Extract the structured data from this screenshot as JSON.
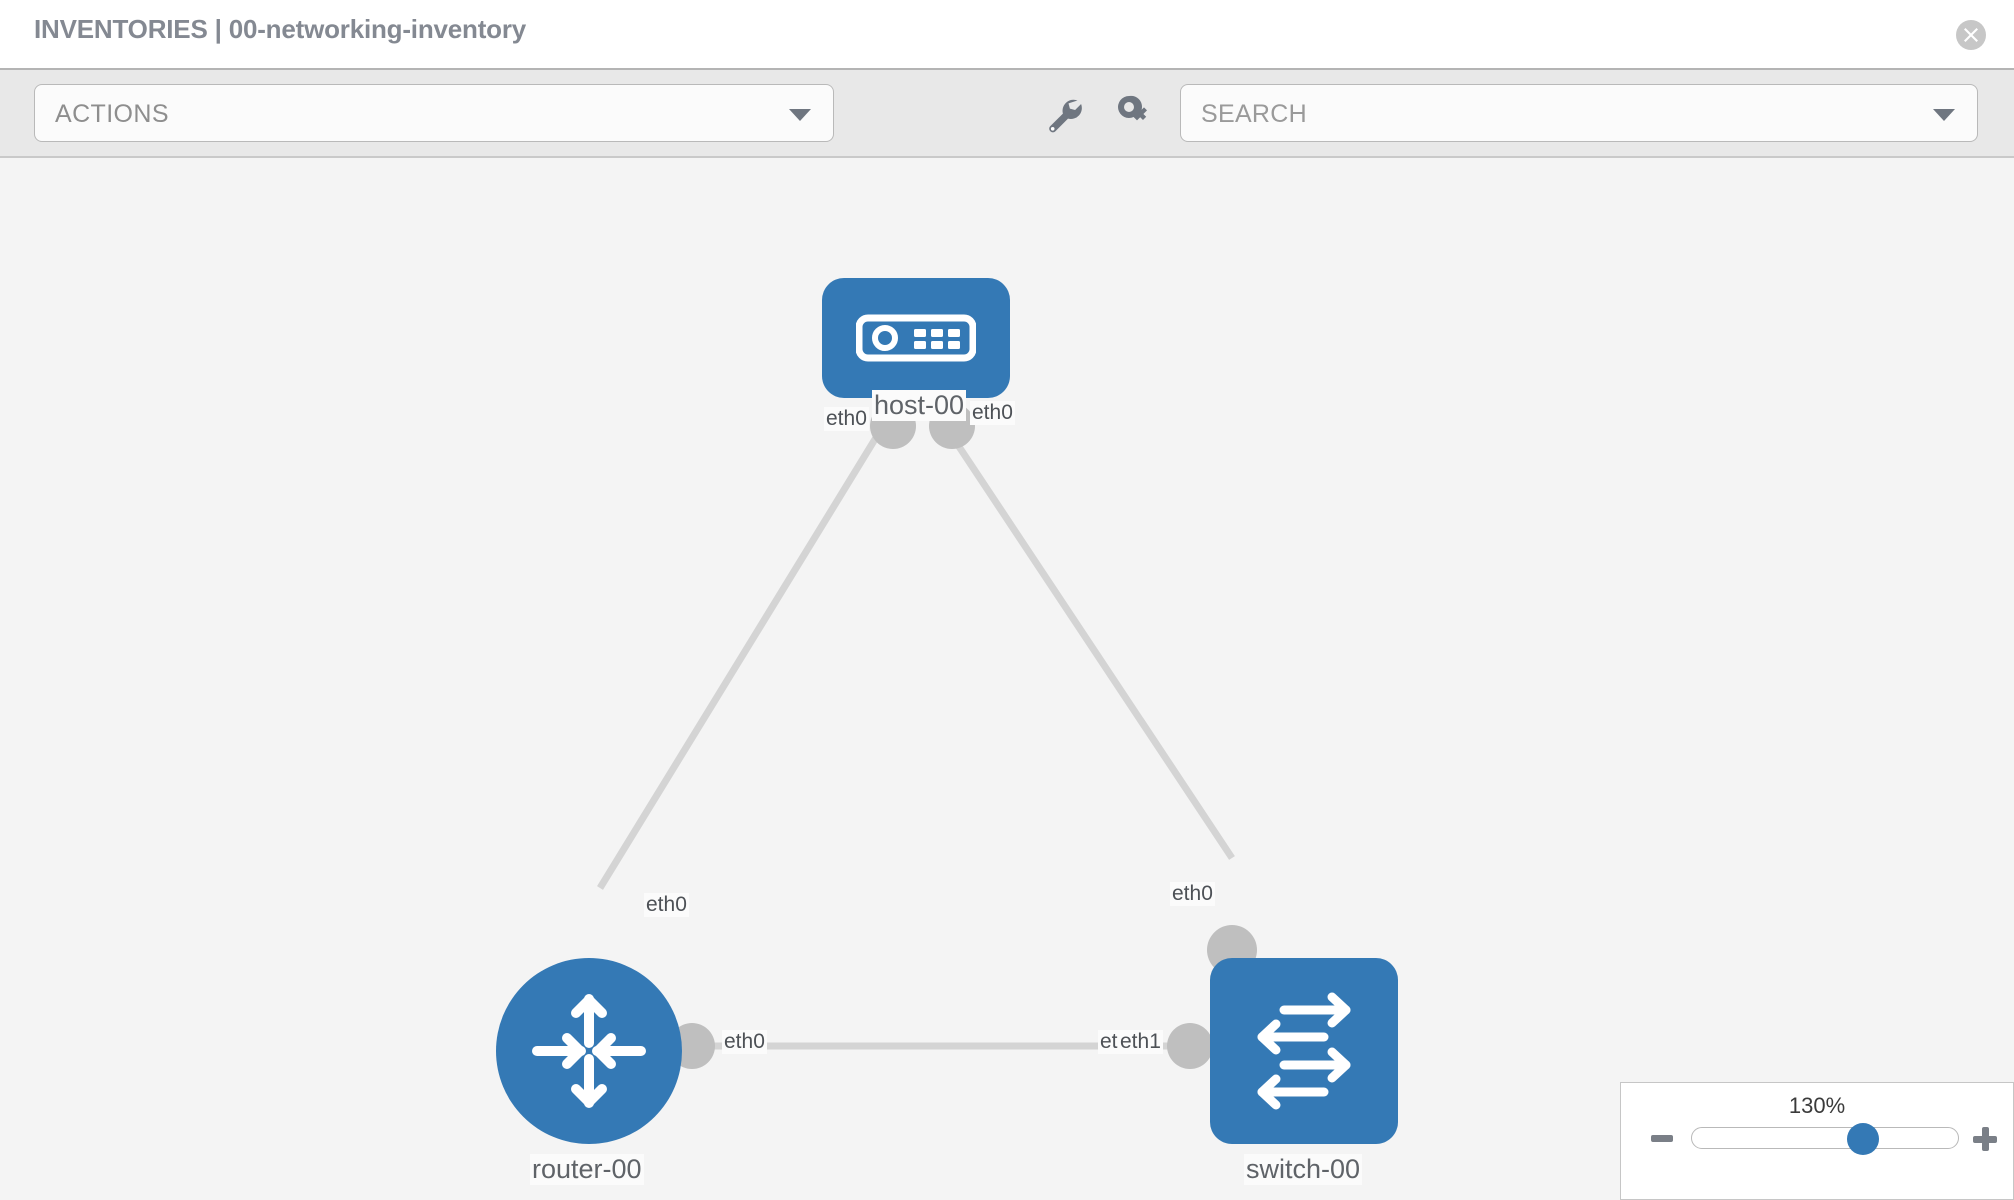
{
  "header": {
    "title": "INVENTORIES | 00-networking-inventory",
    "close_icon": "close-circle-icon"
  },
  "toolbar": {
    "actions_label": "ACTIONS",
    "actions_caret_icon": "chevron-down-icon",
    "wrench_icon": "wrench-icon",
    "key_icon": "key-icon",
    "search_placeholder": "SEARCH",
    "search_caret_icon": "chevron-down-icon"
  },
  "topology": {
    "nodes": [
      {
        "id": "host-00",
        "label": "host-00",
        "icon": "server-icon",
        "color": "#3479b5"
      },
      {
        "id": "router-00",
        "label": "router-00",
        "icon": "router-icon",
        "color": "#3479b5"
      },
      {
        "id": "switch-00",
        "label": "switch-00",
        "icon": "switch-icon",
        "color": "#3479b5"
      }
    ],
    "edge_labels": {
      "host_left": "eth0",
      "host_right": "eth0",
      "router_upper": "eth0",
      "switch_upper": "eth0",
      "router_right": "eth0",
      "switch_left_hidden": "eth0",
      "switch_left": "eth1"
    }
  },
  "zoom_control": {
    "percent": "130%",
    "minus_icon": "minus-icon",
    "plus_icon": "plus-icon",
    "handle_icon": "slider-handle"
  }
}
